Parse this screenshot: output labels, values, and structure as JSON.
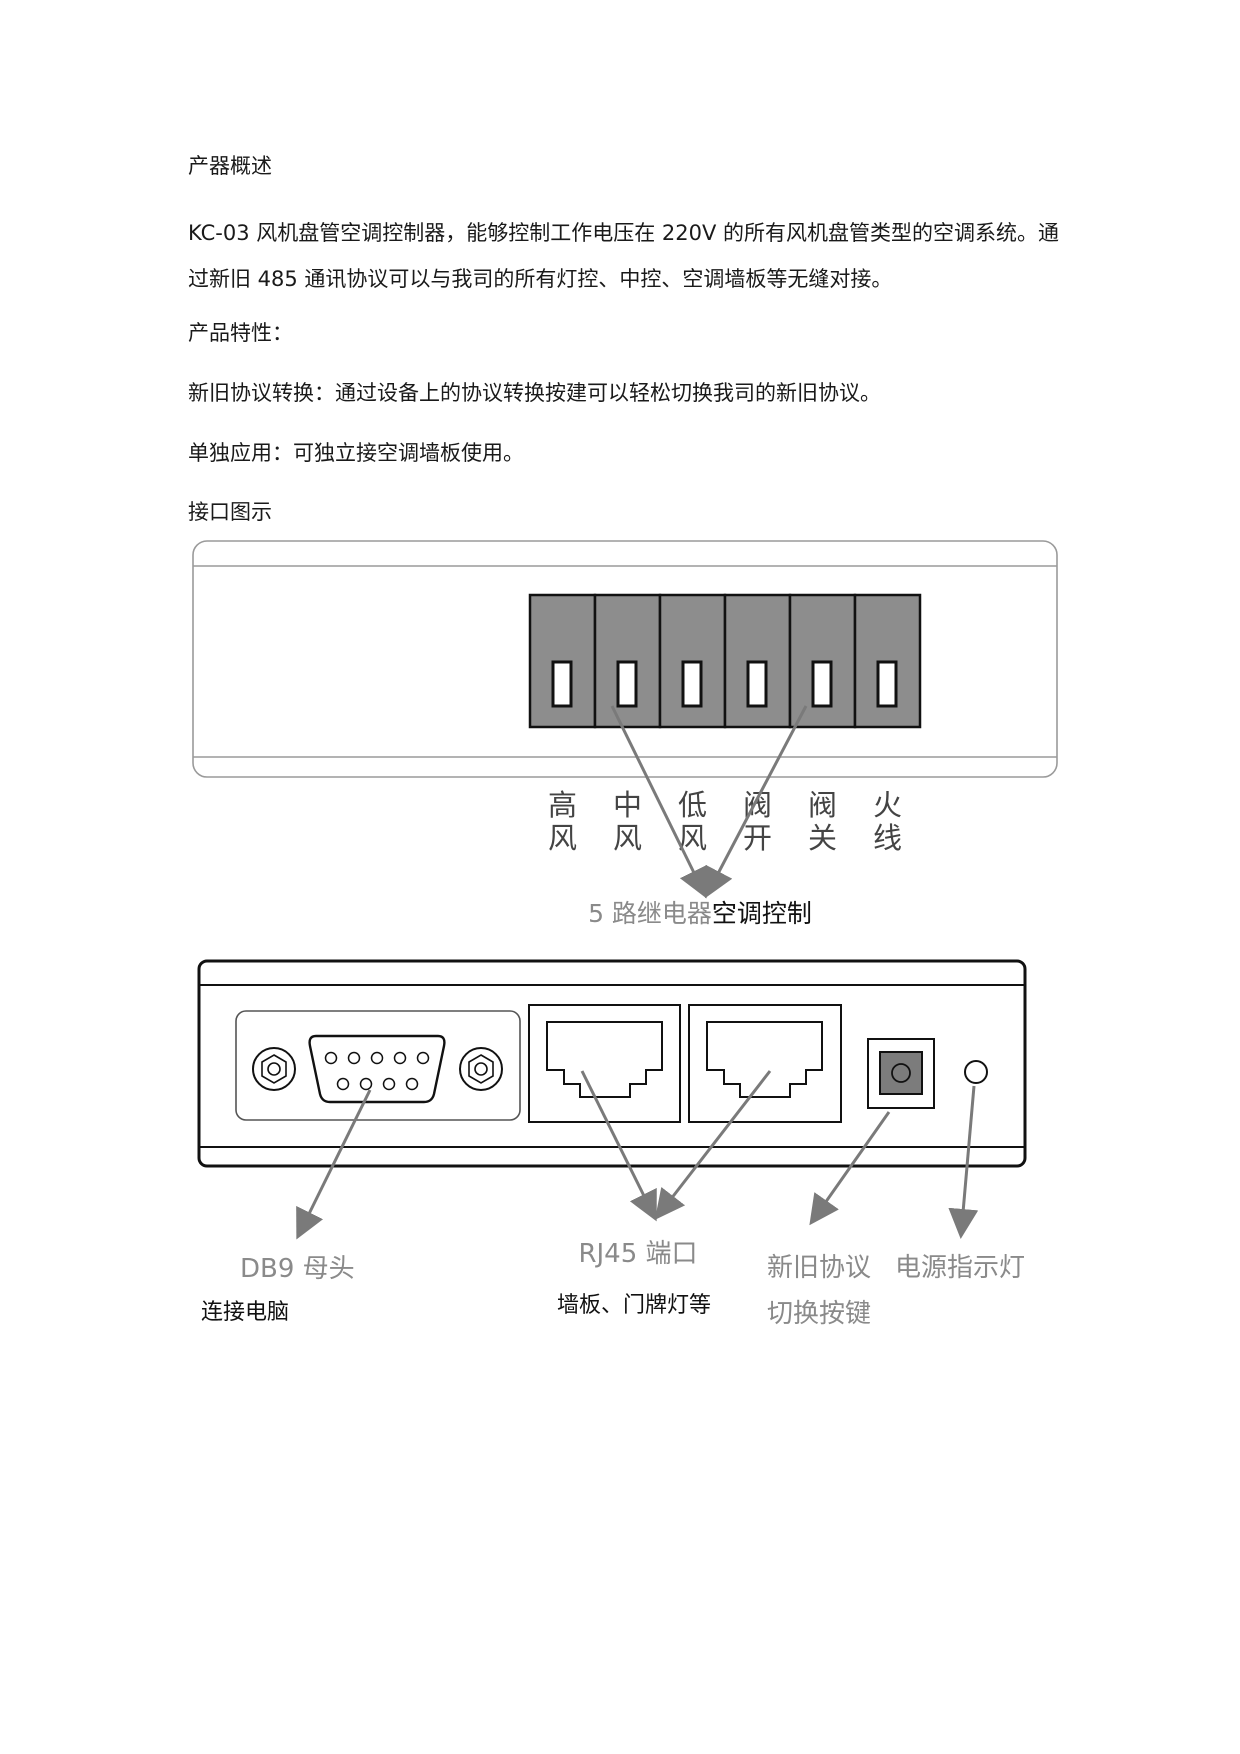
{
  "overview_heading": "产器概述",
  "overview_text": "KC-03 风机盘管空调控制器，能够控制工作电压在 220V 的所有风机盘管类型的空调系统。通过新旧 485 通讯协议可以与我司的所有灯控、中控、空调墙板等无缝对接。",
  "features_heading": "产品特性：",
  "feature_protocol": "新旧协议转换：通过设备上的协议转换按建可以轻松切换我司的新旧协议。",
  "feature_standalone": "单独应用：可独立接空调墙板使用。",
  "interface_heading": "接口图示",
  "terminal_labels": [
    [
      "高",
      "风"
    ],
    [
      "中",
      "风"
    ],
    [
      "低",
      "风"
    ],
    [
      "阀",
      "开"
    ],
    [
      "阀",
      "关"
    ],
    [
      "火",
      "线"
    ]
  ],
  "relay_caption": {
    "prefix": "5 路继电器",
    "suffix": "空调控制"
  },
  "port_labels": {
    "db9": "DB9 母头",
    "db9_desc": "连接电脑",
    "rj45": "RJ45 端口",
    "rj45_desc": "墙板、门牌灯等",
    "protocol_line1": "新旧协议",
    "protocol_line2": "切换按键",
    "power": "电源指示灯"
  }
}
